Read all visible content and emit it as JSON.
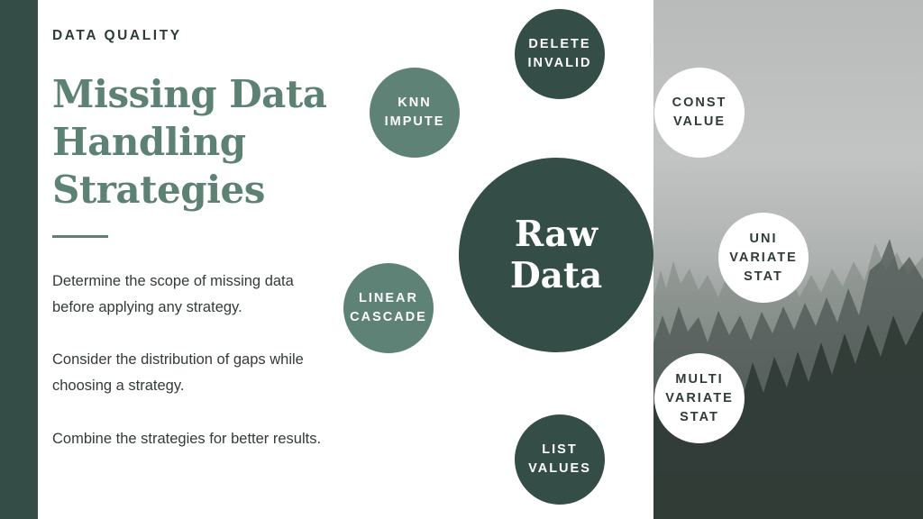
{
  "eyebrow": "DATA QUALITY",
  "title": "Missing Data Handling Strategies",
  "paragraphs": [
    "Determine the scope of missing data before applying any strategy.",
    "Consider the distribution of gaps while choosing a strategy.",
    "Combine the strategies for better results."
  ],
  "diagram": {
    "center": "Raw\nData",
    "nodes": [
      {
        "name": "delete-invalid",
        "label": "DELETE\nINVALID",
        "style": "dark"
      },
      {
        "name": "knn-impute",
        "label": "KNN\nIMPUTE",
        "style": "mid"
      },
      {
        "name": "linear-cascade",
        "label": "LINEAR\nCASCADE",
        "style": "mid"
      },
      {
        "name": "list-values",
        "label": "LIST\nVALUES",
        "style": "dark"
      },
      {
        "name": "const-value",
        "label": "CONST\nVALUE",
        "style": "light"
      },
      {
        "name": "uni-variate-stat",
        "label": "UNI\nVARIATE\nSTAT",
        "style": "light"
      },
      {
        "name": "multi-variate-stat",
        "label": "MULTI\nVARIATE\nSTAT",
        "style": "light"
      }
    ]
  },
  "colors": {
    "dark_green": "#344d46",
    "sage_green": "#5e8275",
    "title_green": "#5d8274",
    "white": "#ffffff"
  },
  "background_image": "misty-forest-photo"
}
